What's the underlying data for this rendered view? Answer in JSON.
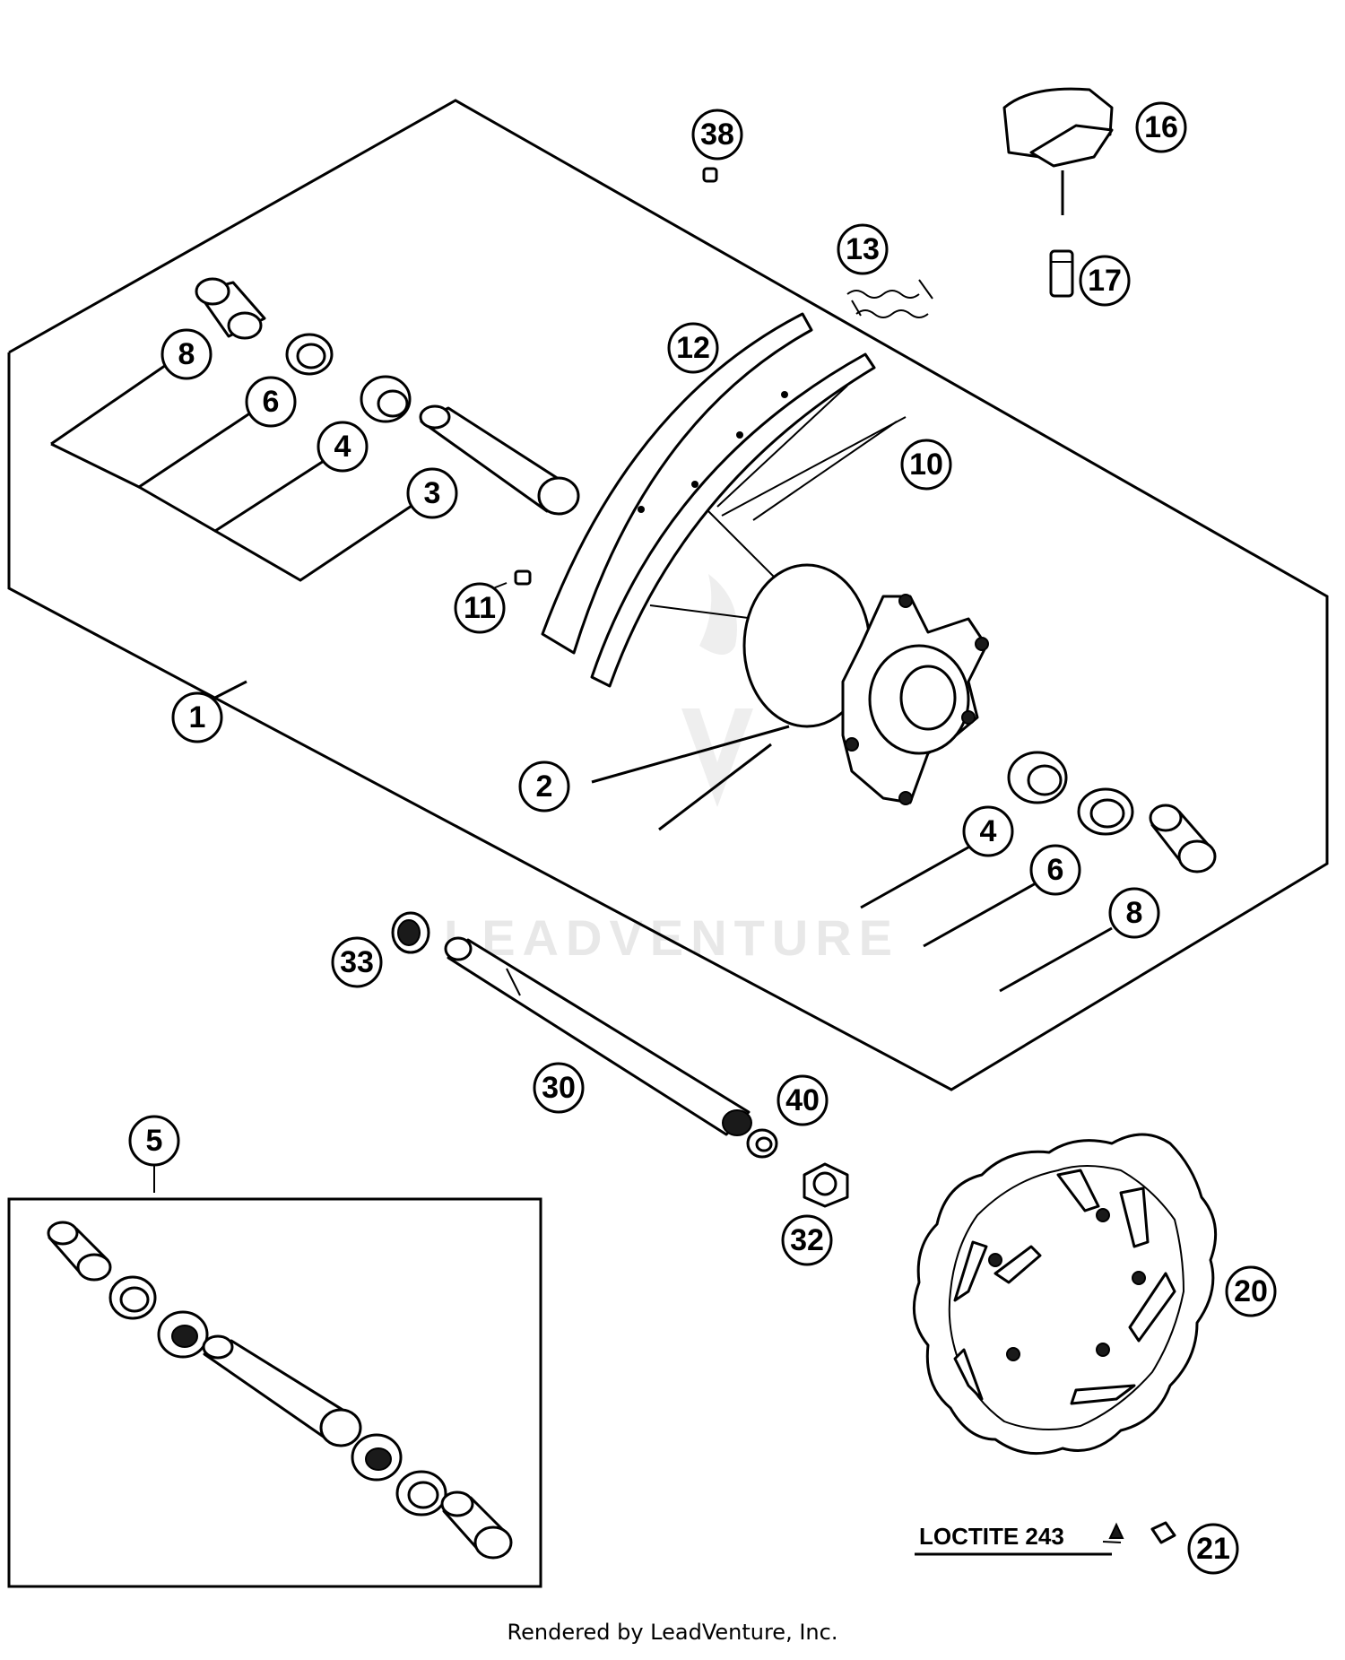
{
  "callouts": [
    {
      "id": "c1",
      "label": "1"
    },
    {
      "id": "c2",
      "label": "2"
    },
    {
      "id": "c3",
      "label": "3"
    },
    {
      "id": "c4a",
      "label": "4"
    },
    {
      "id": "c4b",
      "label": "4"
    },
    {
      "id": "c5",
      "label": "5"
    },
    {
      "id": "c6a",
      "label": "6"
    },
    {
      "id": "c6b",
      "label": "6"
    },
    {
      "id": "c8a",
      "label": "8"
    },
    {
      "id": "c8b",
      "label": "8"
    },
    {
      "id": "c10",
      "label": "10"
    },
    {
      "id": "c11",
      "label": "11"
    },
    {
      "id": "c12",
      "label": "12"
    },
    {
      "id": "c13",
      "label": "13"
    },
    {
      "id": "c16",
      "label": "16"
    },
    {
      "id": "c17",
      "label": "17"
    },
    {
      "id": "c20",
      "label": "20"
    },
    {
      "id": "c21",
      "label": "21"
    },
    {
      "id": "c30",
      "label": "30"
    },
    {
      "id": "c32",
      "label": "32"
    },
    {
      "id": "c33",
      "label": "33"
    },
    {
      "id": "c38",
      "label": "38"
    },
    {
      "id": "c40",
      "label": "40"
    }
  ],
  "note_loctite": "LOCTITE 243",
  "watermark": "LEADVENTURE",
  "footer": "Rendered by LeadVenture, Inc."
}
